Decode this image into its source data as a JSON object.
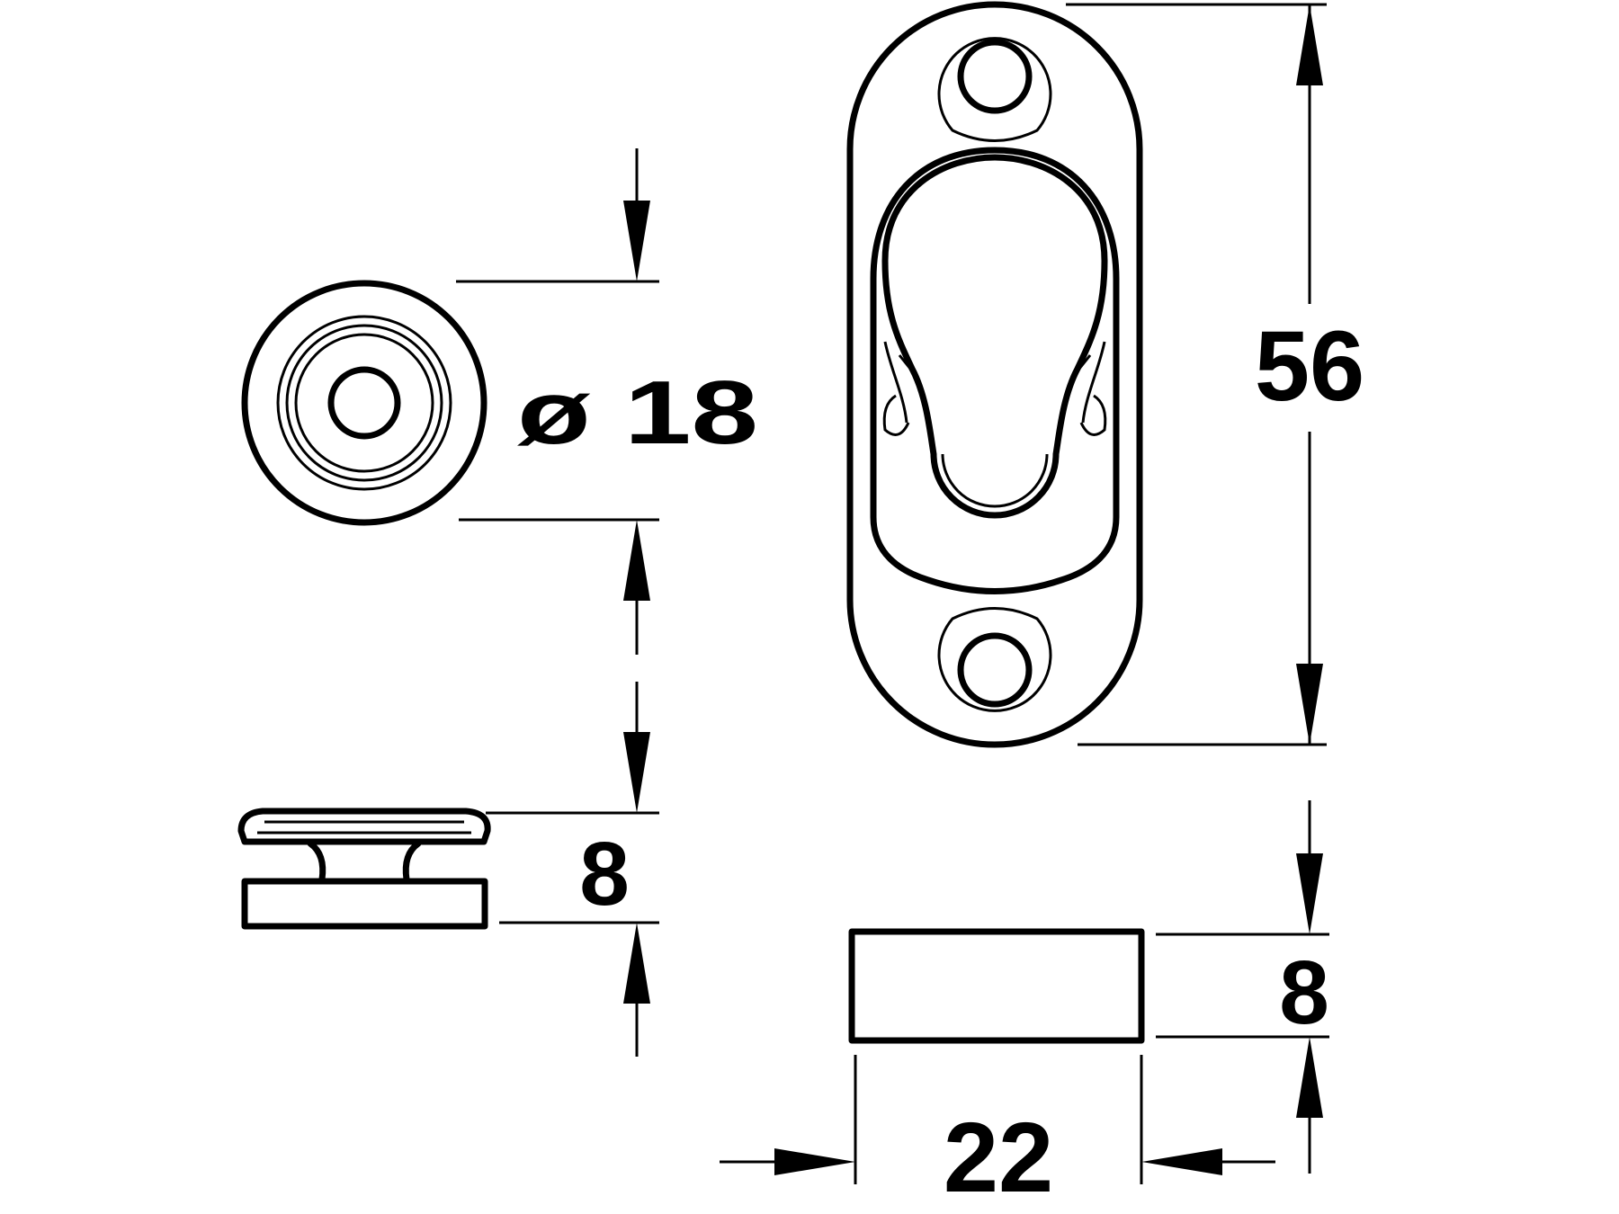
{
  "dimensions": {
    "diameter": "ø 18",
    "height_plug": "8",
    "length_plate": "56",
    "height_plate": "8",
    "width_plate": "22"
  },
  "colors": {
    "line": "#000000",
    "background": "#ffffff"
  }
}
